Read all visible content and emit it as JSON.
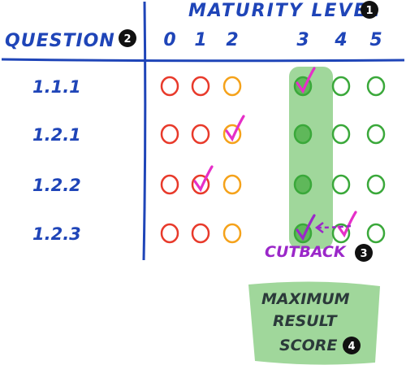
{
  "header": {
    "maturity_level": "MATURITY LEVEL",
    "question": "QUESTION"
  },
  "levels": [
    "0",
    "1",
    "2",
    "3",
    "4",
    "5"
  ],
  "questions": [
    "1.1.1",
    "1.2.1",
    "1.2.2",
    "1.2.3"
  ],
  "checked_level": [
    3,
    2,
    1,
    3
  ],
  "highlight_level": 3,
  "cutback_label": "CUTBACK",
  "cutback_from_level": 4,
  "score_box": {
    "line1": "MAXIMUM",
    "line2": "RESULT",
    "line3": "SCORE"
  },
  "badges": {
    "maturity": "1",
    "question": "2",
    "cutback": "3",
    "score": "4"
  },
  "colors": {
    "level_0": "#e83a2b",
    "level_1": "#e83a2b",
    "level_2": "#f5a21a",
    "level_3": "#3aa83a",
    "level_4": "#3aa83a",
    "level_5": "#3aa83a",
    "highlight": "#8fd08a",
    "check": "#e62fc8",
    "cutback": "#9b27c9",
    "ink": "#1f45b8"
  }
}
